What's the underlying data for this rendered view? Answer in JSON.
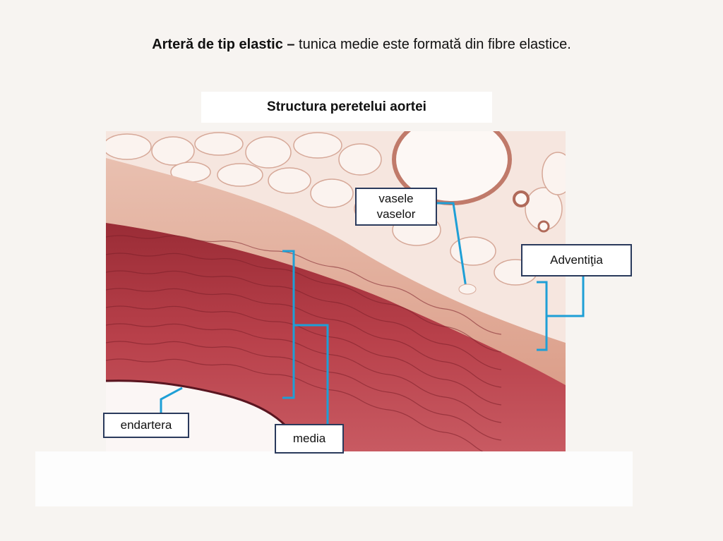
{
  "title": {
    "bold": "Arteră de tip elastic –",
    "rest": " tunica medie este formată din fibre elastice."
  },
  "subtitle": "Structura peretelui aortei",
  "labels": {
    "vasele_line1": "vasele",
    "vasele_line2": "vaselor",
    "adventitia": "Adventiţia",
    "endartera": "endartera",
    "media": "media"
  },
  "colors": {
    "leader_line": "#1e9fd6",
    "label_border": "#2a3a5c",
    "media_tissue": "#b8404a",
    "adventitia_tissue": "#e6b6a4",
    "fat_tissue": "#f8ece6"
  }
}
